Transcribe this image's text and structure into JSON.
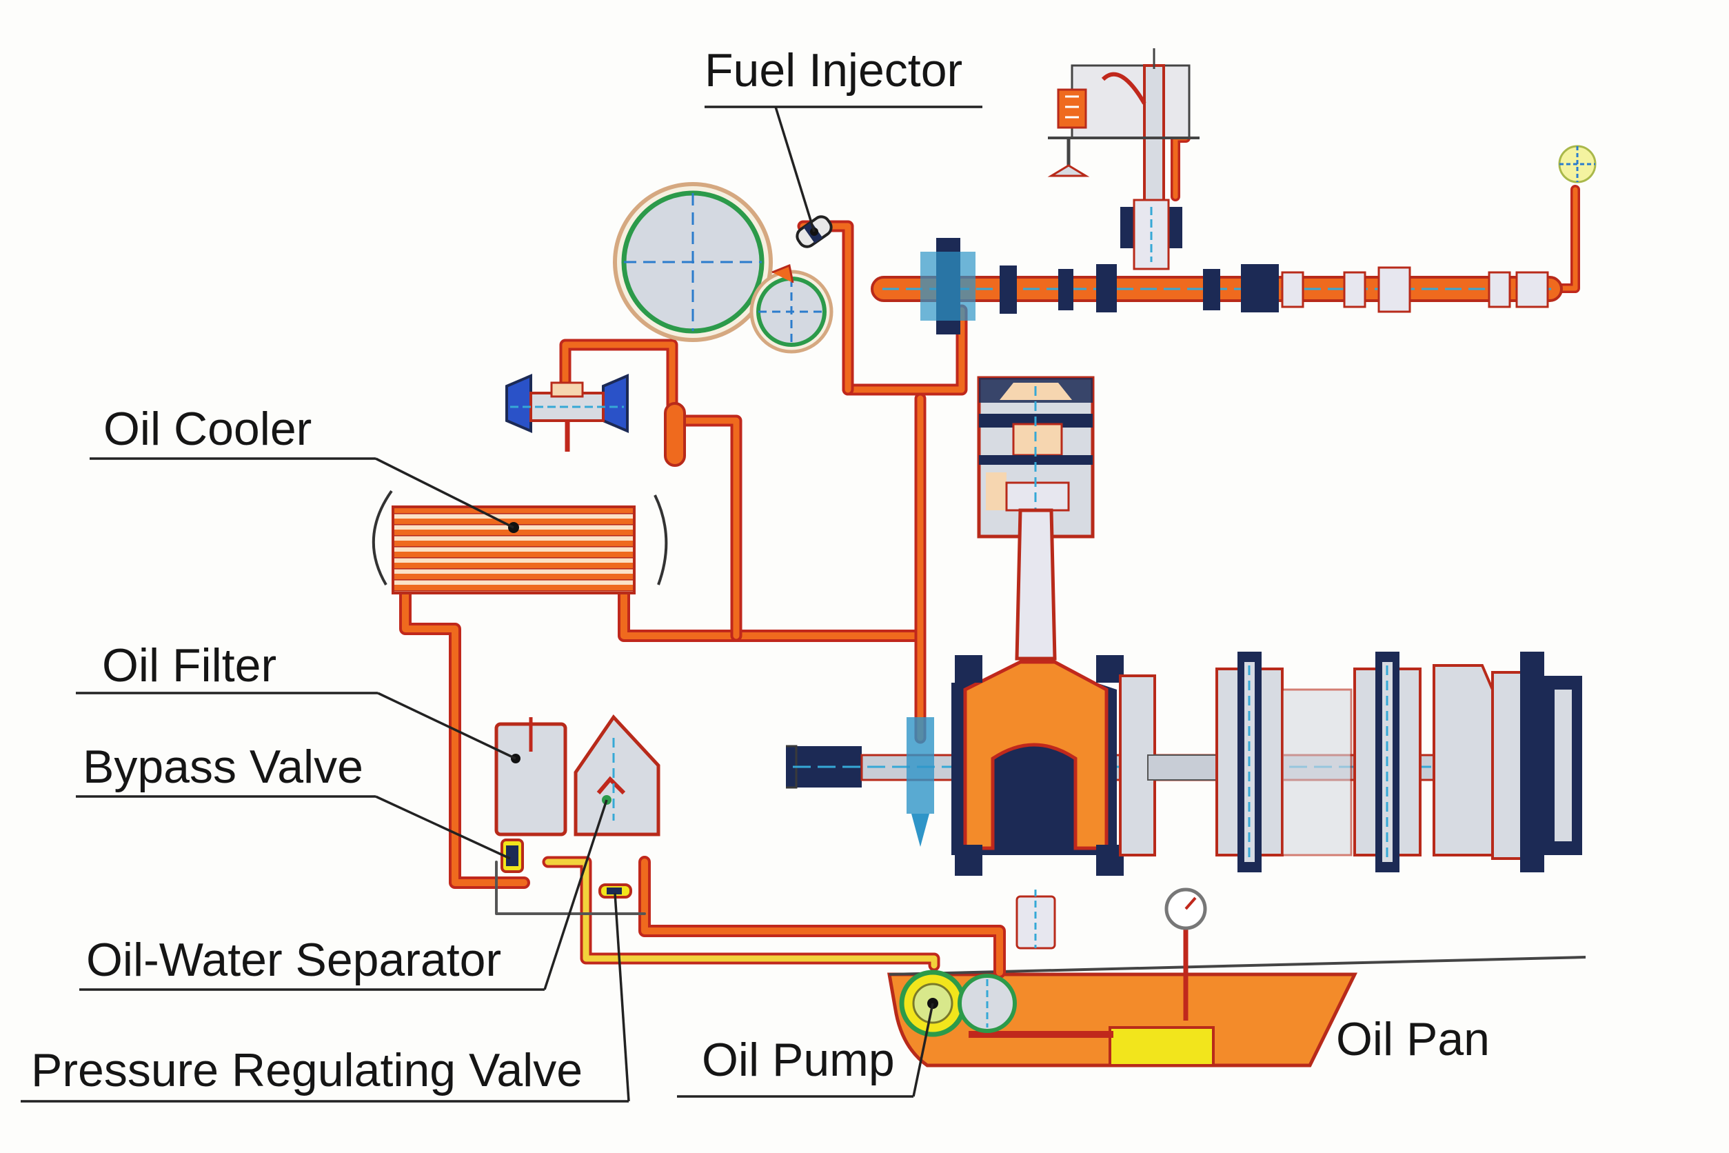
{
  "labels": {
    "fuel_injector": "Fuel Injector",
    "oil_cooler": "Oil Cooler",
    "oil_filter": "Oil Filter",
    "bypass_valve": "Bypass Valve",
    "oil_water_separator": "Oil-Water Separator",
    "pressure_regulating_valve": "Pressure Regulating Valve",
    "oil_pump": "Oil Pump",
    "oil_pan": "Oil Pan"
  },
  "colors": {
    "oil_line": "#ef6a1e",
    "oil_line_edge": "#c0281c",
    "oil_fill": "#f38b2a",
    "metal": "#d4d9e1",
    "dark_part": "#1c2a55",
    "blue_part": "#2a52c8",
    "cyan_part": "#36a8d6",
    "yellow_part": "#f2e51c",
    "green_ring": "#2c9a4a",
    "leader": "#222222"
  }
}
